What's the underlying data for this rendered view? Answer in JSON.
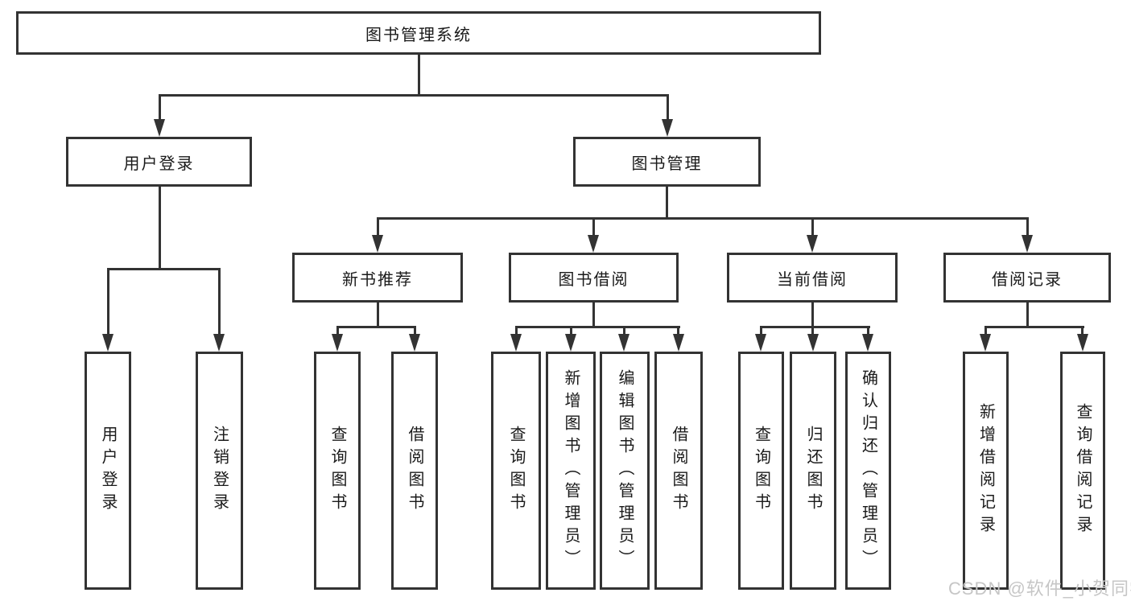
{
  "diagram": {
    "nodes": {
      "root": "图书管理系统",
      "user_login": "用户登录",
      "book_management": "图书管理",
      "new_book_recommend": "新书推荐",
      "book_borrowing": "图书借阅",
      "current_borrowing": "当前借阅",
      "borrow_records": "借阅记录",
      "leaf_user_login": "用户登录",
      "leaf_logout": "注销登录",
      "leaf_recommend_query_books": "查询图书",
      "leaf_recommend_borrow_books": "借阅图书",
      "leaf_borrowing_query_books": "查询图书",
      "leaf_borrowing_add_books_admin": "新增图书（管理员）",
      "leaf_borrowing_edit_books_admin": "编辑图书（管理员）",
      "leaf_borrowing_borrow_books": "借阅图书",
      "leaf_current_query_books": "查询图书",
      "leaf_current_return_books": "归还图书",
      "leaf_current_confirm_return_admin": "确认归还（管理员）",
      "leaf_records_add_record": "新增借阅记录",
      "leaf_records_query_record": "查询借阅记录"
    }
  },
  "watermark": {
    "text": "CSDN @软件_小贺同学",
    "color": "#c6c6c6"
  },
  "colors": {
    "line": "#333333",
    "background": "#ffffff",
    "text": "#1a1a1a"
  }
}
